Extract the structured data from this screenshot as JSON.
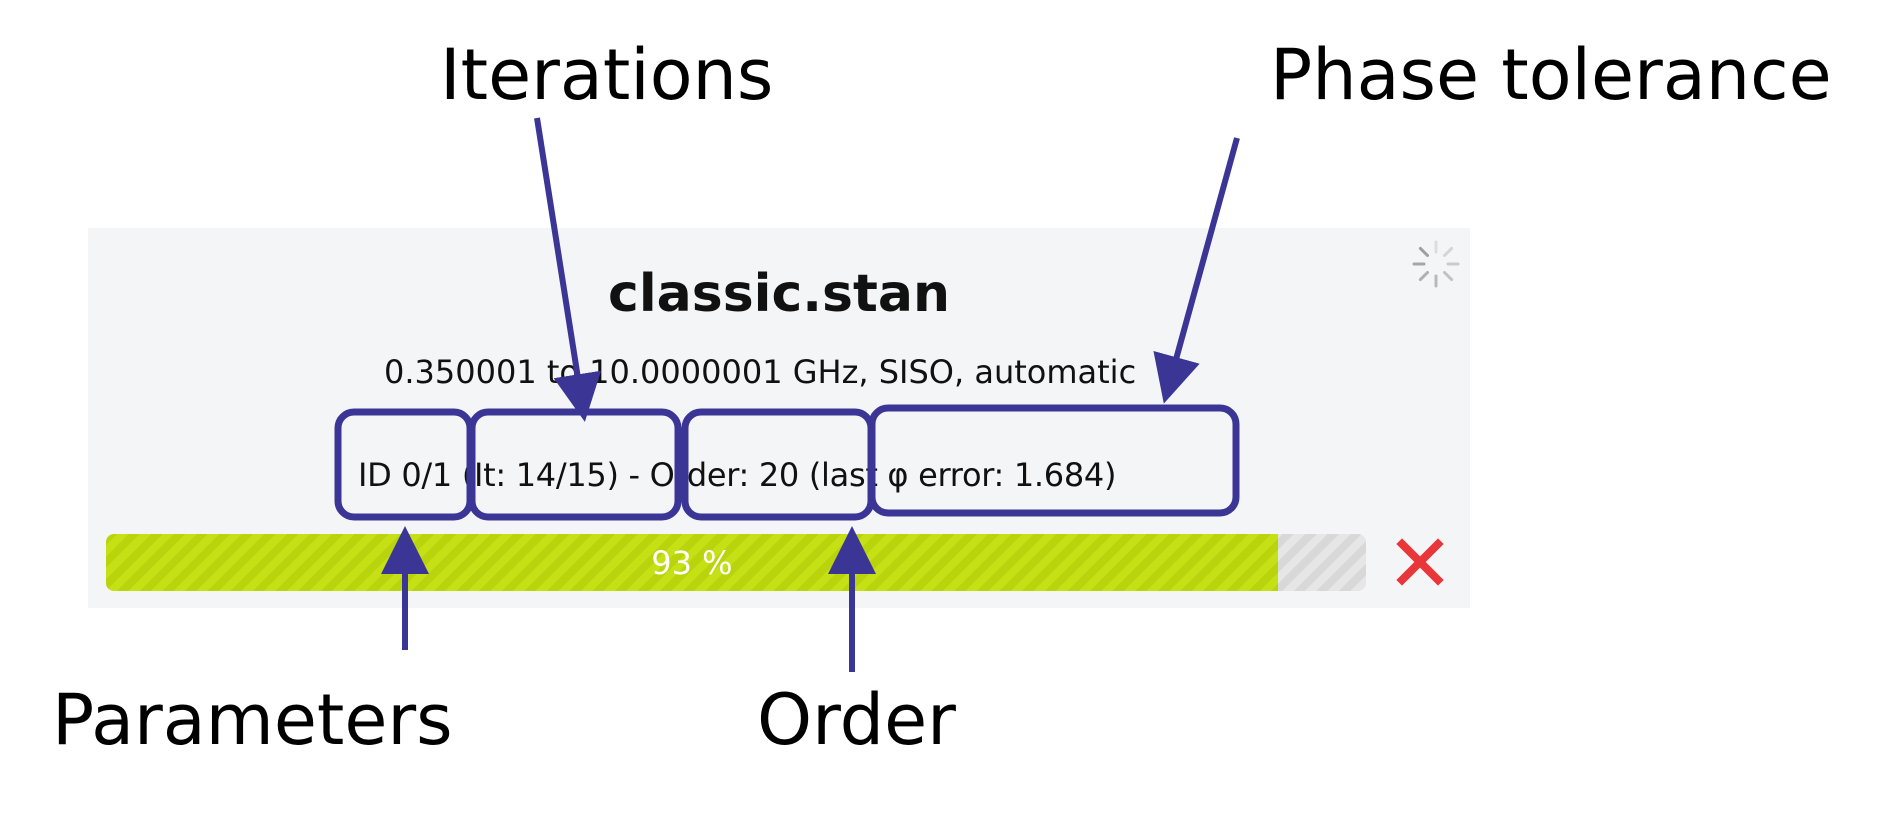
{
  "annotations": {
    "iterations": "Iterations",
    "phase_tolerance": "Phase tolerance",
    "parameters": "Parameters",
    "order": "Order"
  },
  "job": {
    "title": "classic.stan",
    "subtitle": "0.350001 to 10.0000001 GHz, SISO, automatic",
    "status_line": "ID 0/1 (It: 14/15) - Order: 20 (last φ error: 1.684)",
    "progress_percent": 93,
    "progress_text": "93 %"
  },
  "icons": {
    "spinner": "loading-spinner-icon",
    "cancel": "close-icon"
  },
  "colors": {
    "annotation": "#3b3696",
    "progress_fill": "#bcd611",
    "cancel": "#e8363a",
    "panel": "#f4f5f6"
  }
}
